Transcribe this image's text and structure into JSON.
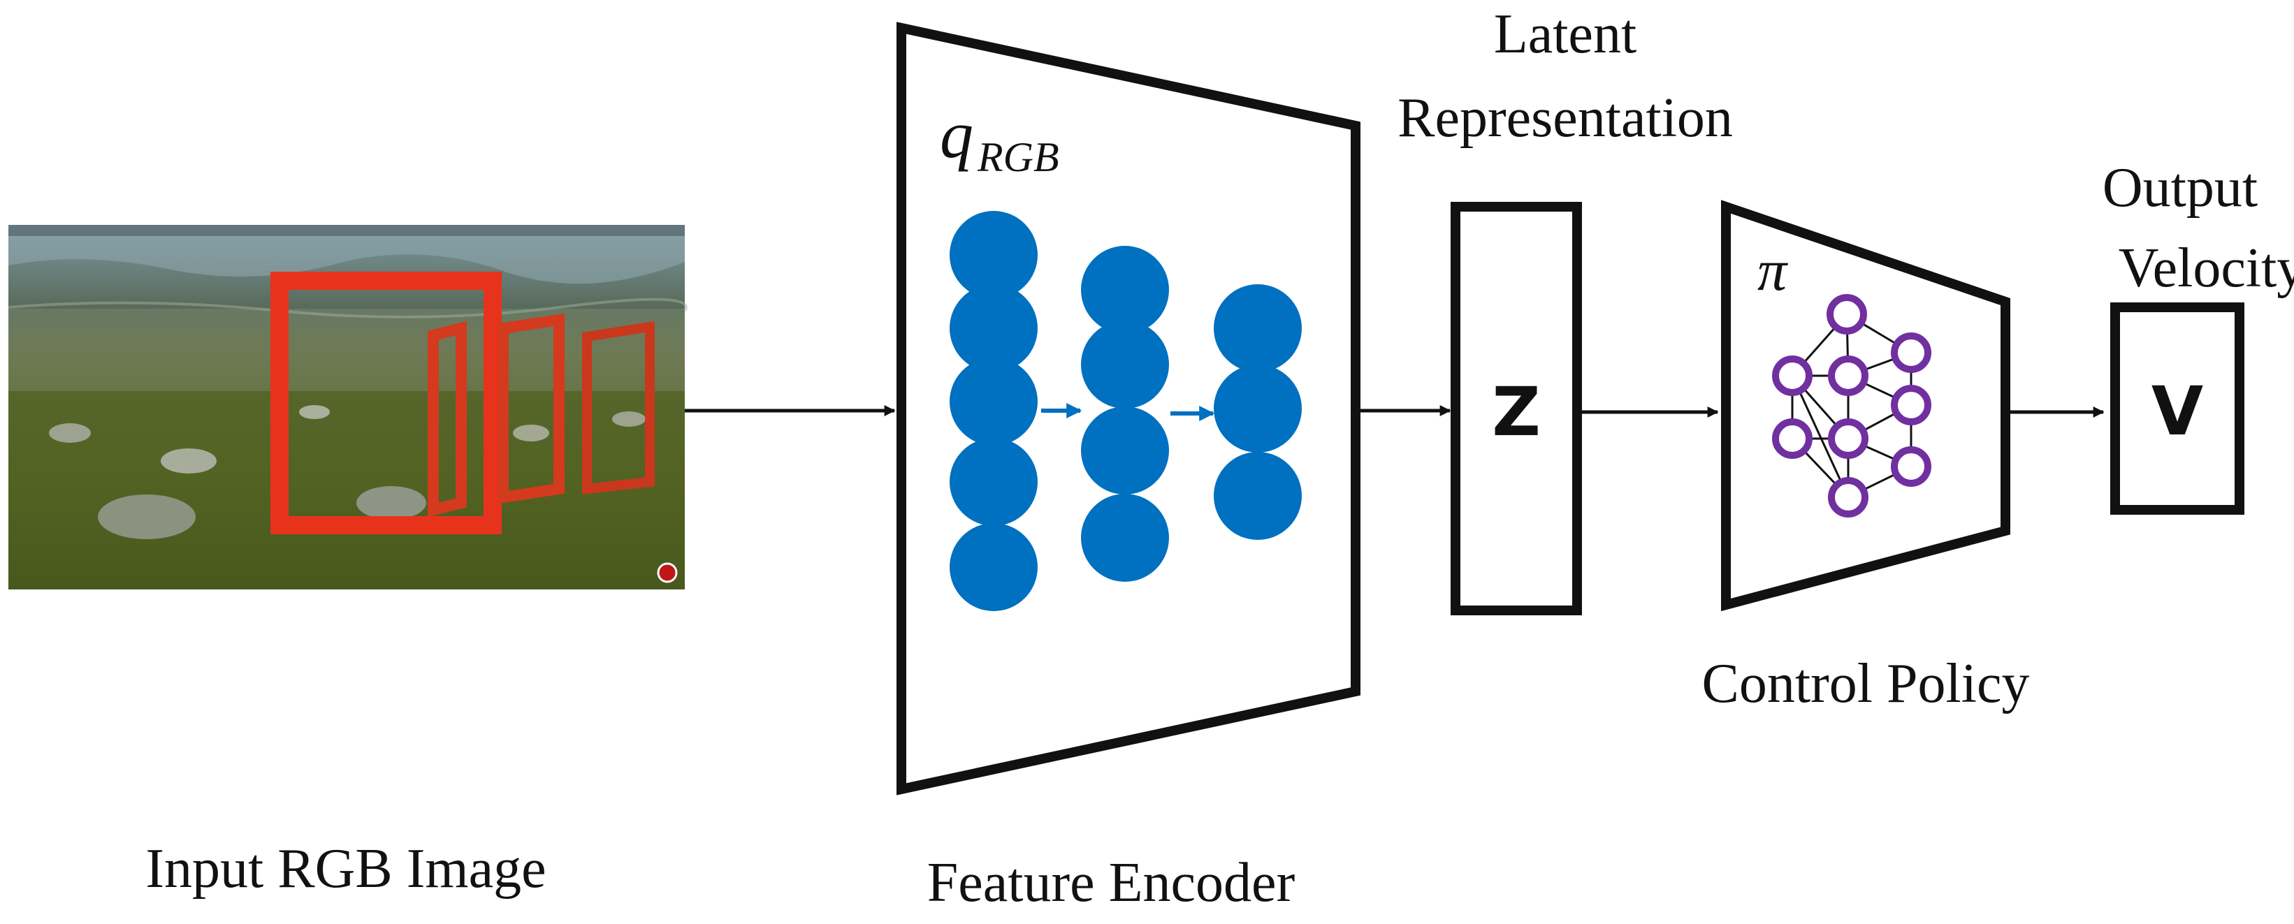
{
  "input": {
    "caption": "Input RGB Image"
  },
  "encoder": {
    "symbol": "q",
    "symbol_subscript": "RGB",
    "caption": "Feature Encoder",
    "color": "#0070c0"
  },
  "latent": {
    "title_line1": "Latent",
    "title_line2": "Representation",
    "symbol": "Z"
  },
  "policy": {
    "symbol": "π",
    "caption": "Control Policy",
    "node_color": "#7030a0"
  },
  "output": {
    "title_line1": "Output",
    "title_line2": "Velocity",
    "symbol": "V"
  }
}
